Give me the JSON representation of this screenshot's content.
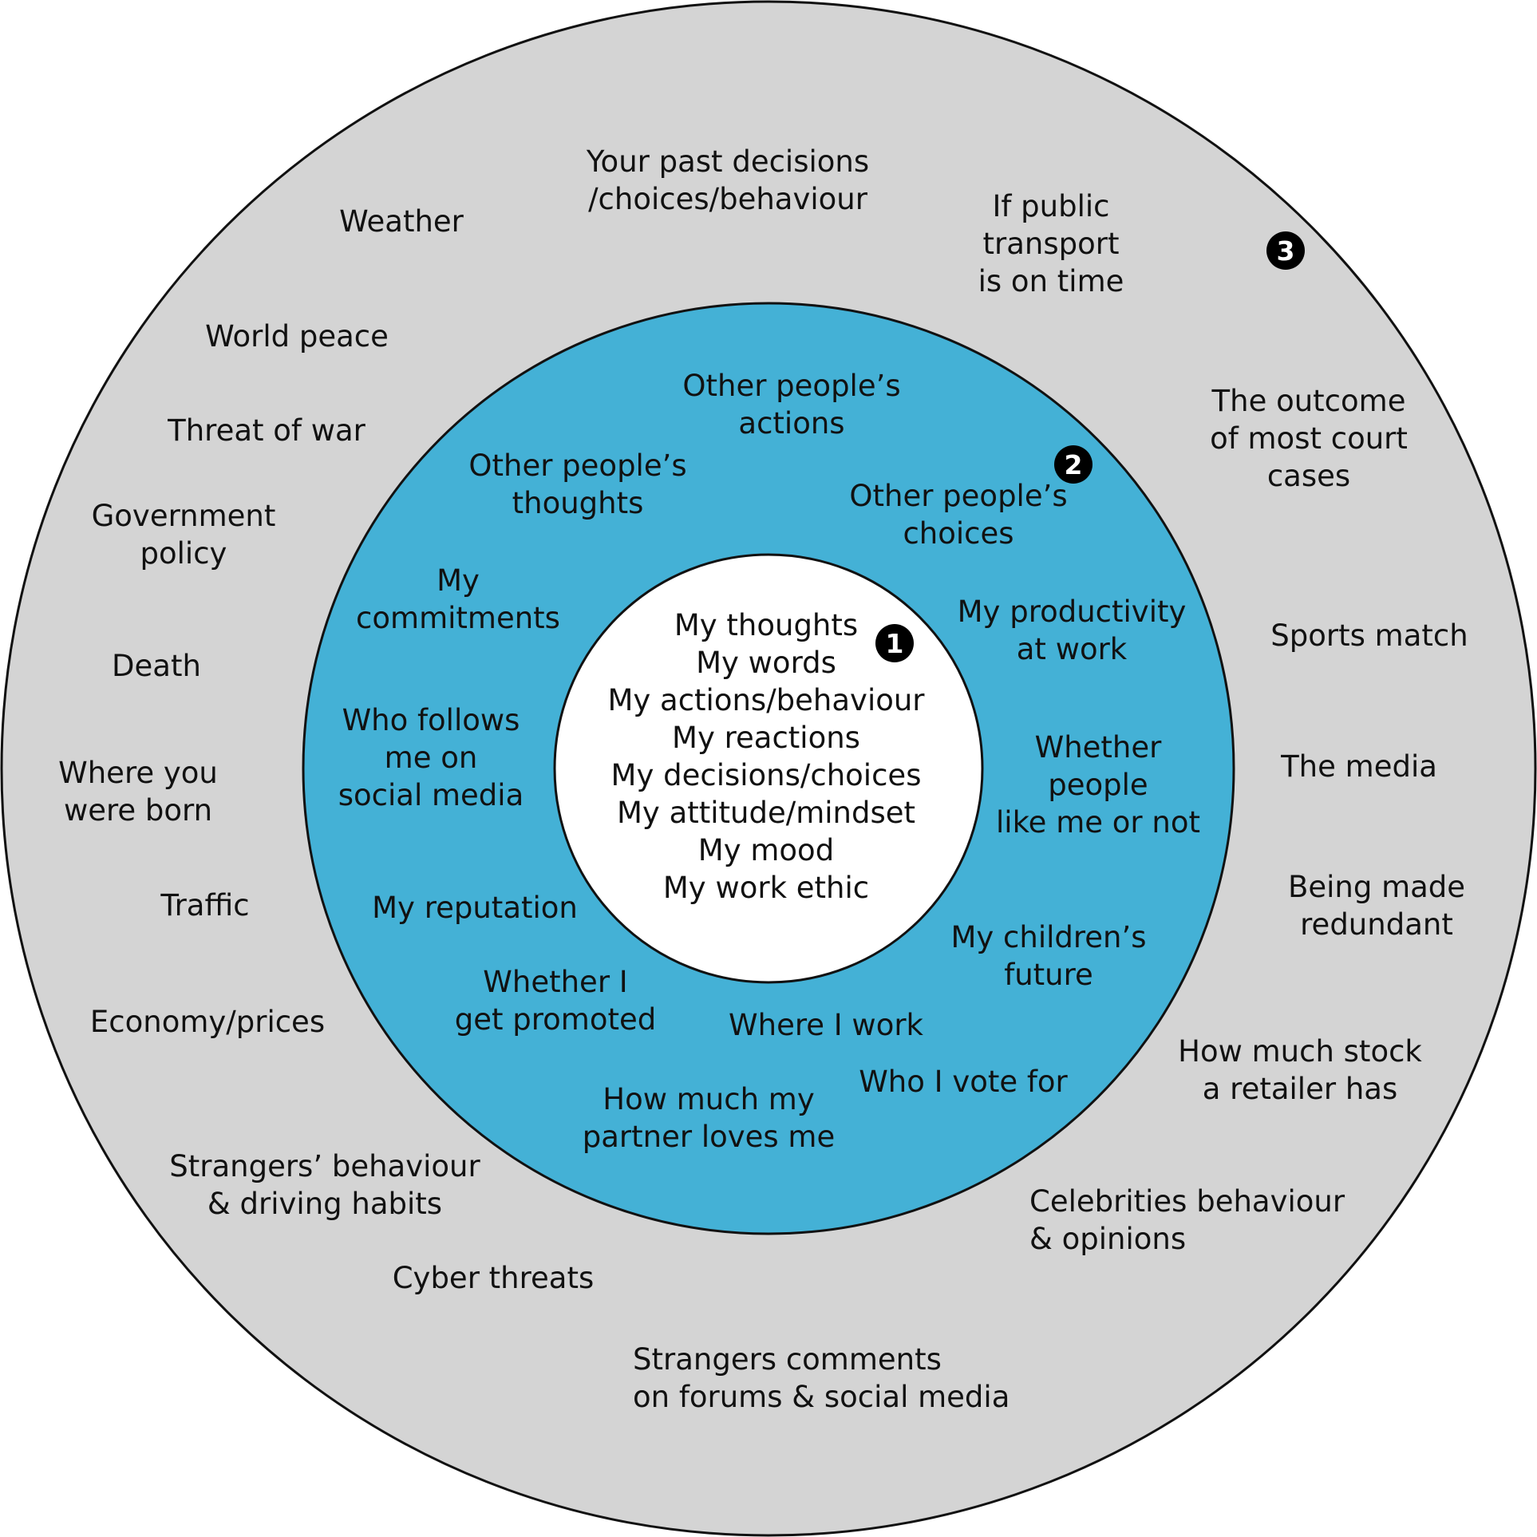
{
  "colors": {
    "outer_ring": "#d4d4d4",
    "middle_ring": "#44b1d6",
    "inner_circle": "#ffffff",
    "stroke": "#111111",
    "marker": "#000000"
  },
  "markers": {
    "inner": "1",
    "middle": "2",
    "outer": "3"
  },
  "inner_items": [
    "My thoughts",
    "My words",
    "My actions/behaviour",
    "My reactions",
    "My decisions/choices",
    "My attitude/mindset",
    "My mood",
    "My work ethic"
  ],
  "middle_items": [
    [
      "Other people’s",
      "actions"
    ],
    [
      "Other people’s",
      "thoughts"
    ],
    [
      "Other people’s",
      "choices"
    ],
    [
      "My",
      "commitments"
    ],
    [
      "My productivity",
      "at work"
    ],
    [
      "Who follows",
      "me on",
      "social media"
    ],
    [
      "Whether",
      "people",
      "like me or not"
    ],
    [
      "My reputation"
    ],
    [
      "My children’s",
      "future"
    ],
    [
      "Whether I",
      "get promoted"
    ],
    [
      "Where I work"
    ],
    [
      "Who I vote for"
    ],
    [
      "How much my",
      "partner loves me"
    ]
  ],
  "outer_items": [
    [
      "Your past decisions",
      "/choices/behaviour"
    ],
    [
      "Weather"
    ],
    [
      "If public",
      "transport",
      "is on time"
    ],
    [
      "World peace"
    ],
    [
      "Threat of war"
    ],
    [
      "The outcome",
      "of most court",
      "cases"
    ],
    [
      "Government",
      "policy"
    ],
    [
      "Sports match"
    ],
    [
      "Death"
    ],
    [
      "The media"
    ],
    [
      "Where you",
      "were born"
    ],
    [
      "Traffic"
    ],
    [
      "Being made",
      "redundant"
    ],
    [
      "Economy/prices"
    ],
    [
      "How much stock",
      "a retailer has"
    ],
    [
      "Strangers’ behaviour",
      "& driving habits"
    ],
    [
      "Celebrities behaviour",
      "& opinions"
    ],
    [
      "Cyber threats"
    ],
    [
      "Strangers comments",
      "on forums & social media"
    ]
  ]
}
